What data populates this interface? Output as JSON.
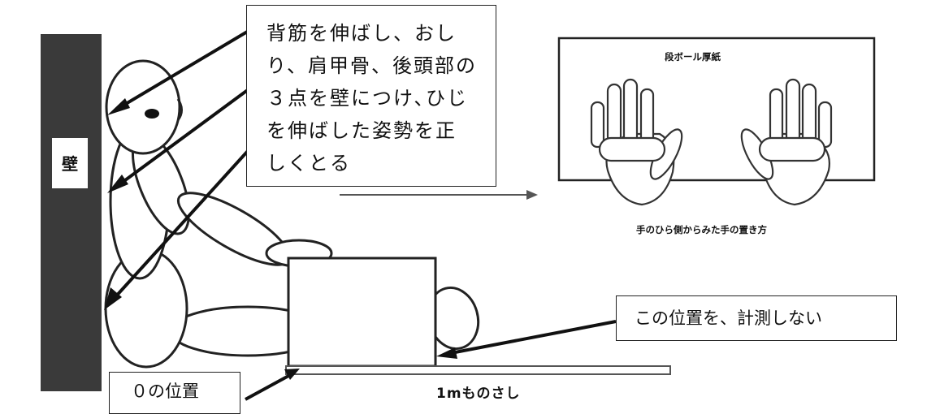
{
  "callouts": {
    "posture": "背筋を伸ばし、おし\nり、肩甲骨、後頭部の\n３点を壁につけ､ひじ\nを伸ばした姿勢を正\nしくとる",
    "no_measure": "この位置を、計測しない",
    "zero_position": "０の位置"
  },
  "labels": {
    "wall": "壁",
    "cardboard": "段ボール厚紙",
    "hand_placement": "手のひら側からみた手の置き方",
    "ruler": "1mものさし"
  },
  "colors": {
    "wall": "#3a3a3a",
    "line": "#1a1a1a",
    "background": "#ffffff"
  }
}
